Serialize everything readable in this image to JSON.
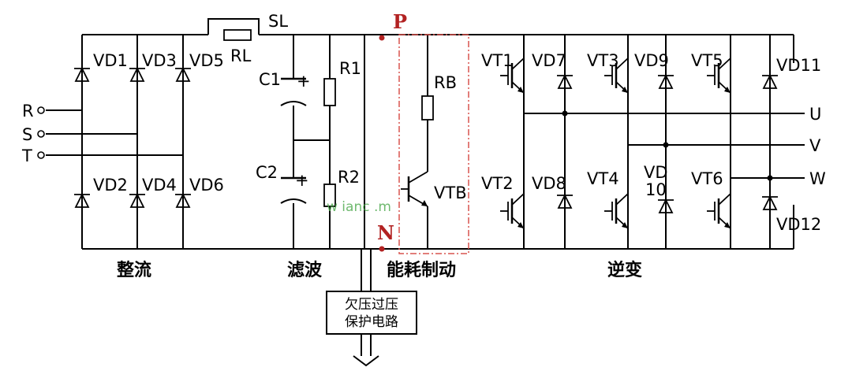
{
  "labels": {
    "sl": "SL",
    "rl": "RL",
    "p": "P",
    "n": "N",
    "c1": "C1",
    "c2": "C2",
    "r1": "R1",
    "r2": "R2",
    "rb": "RB",
    "vtb": "VTB",
    "r": "R",
    "s": "S",
    "t": "T",
    "vd1": "VD1",
    "vd2": "VD2",
    "vd3": "VD3",
    "vd4": "VD4",
    "vd5": "VD5",
    "vd6": "VD6",
    "vt1": "VT1",
    "vt2": "VT2",
    "vt3": "VT3",
    "vt4": "VT4",
    "vt5": "VT5",
    "vt6": "VT6",
    "vd7": "VD7",
    "vd8": "VD8",
    "vd9": "VD9",
    "vd10a": "VD",
    "vd10b": "10",
    "vd11": "VD11",
    "vd12": "VD12",
    "u": "U",
    "v": "V",
    "w": "W",
    "plus1": "+",
    "plus2": "+"
  },
  "sections": {
    "rectify": "整流",
    "filter": "滤波",
    "brake": "能耗制动",
    "invert": "逆变"
  },
  "protect_box": {
    "line1": "欠压过压",
    "line2": "保护电路"
  },
  "watermark": "w    ianc    .m",
  "colors": {
    "pn_node": "#b22222",
    "brake_box": "#d9534f",
    "watermark": "#4ca84c"
  }
}
